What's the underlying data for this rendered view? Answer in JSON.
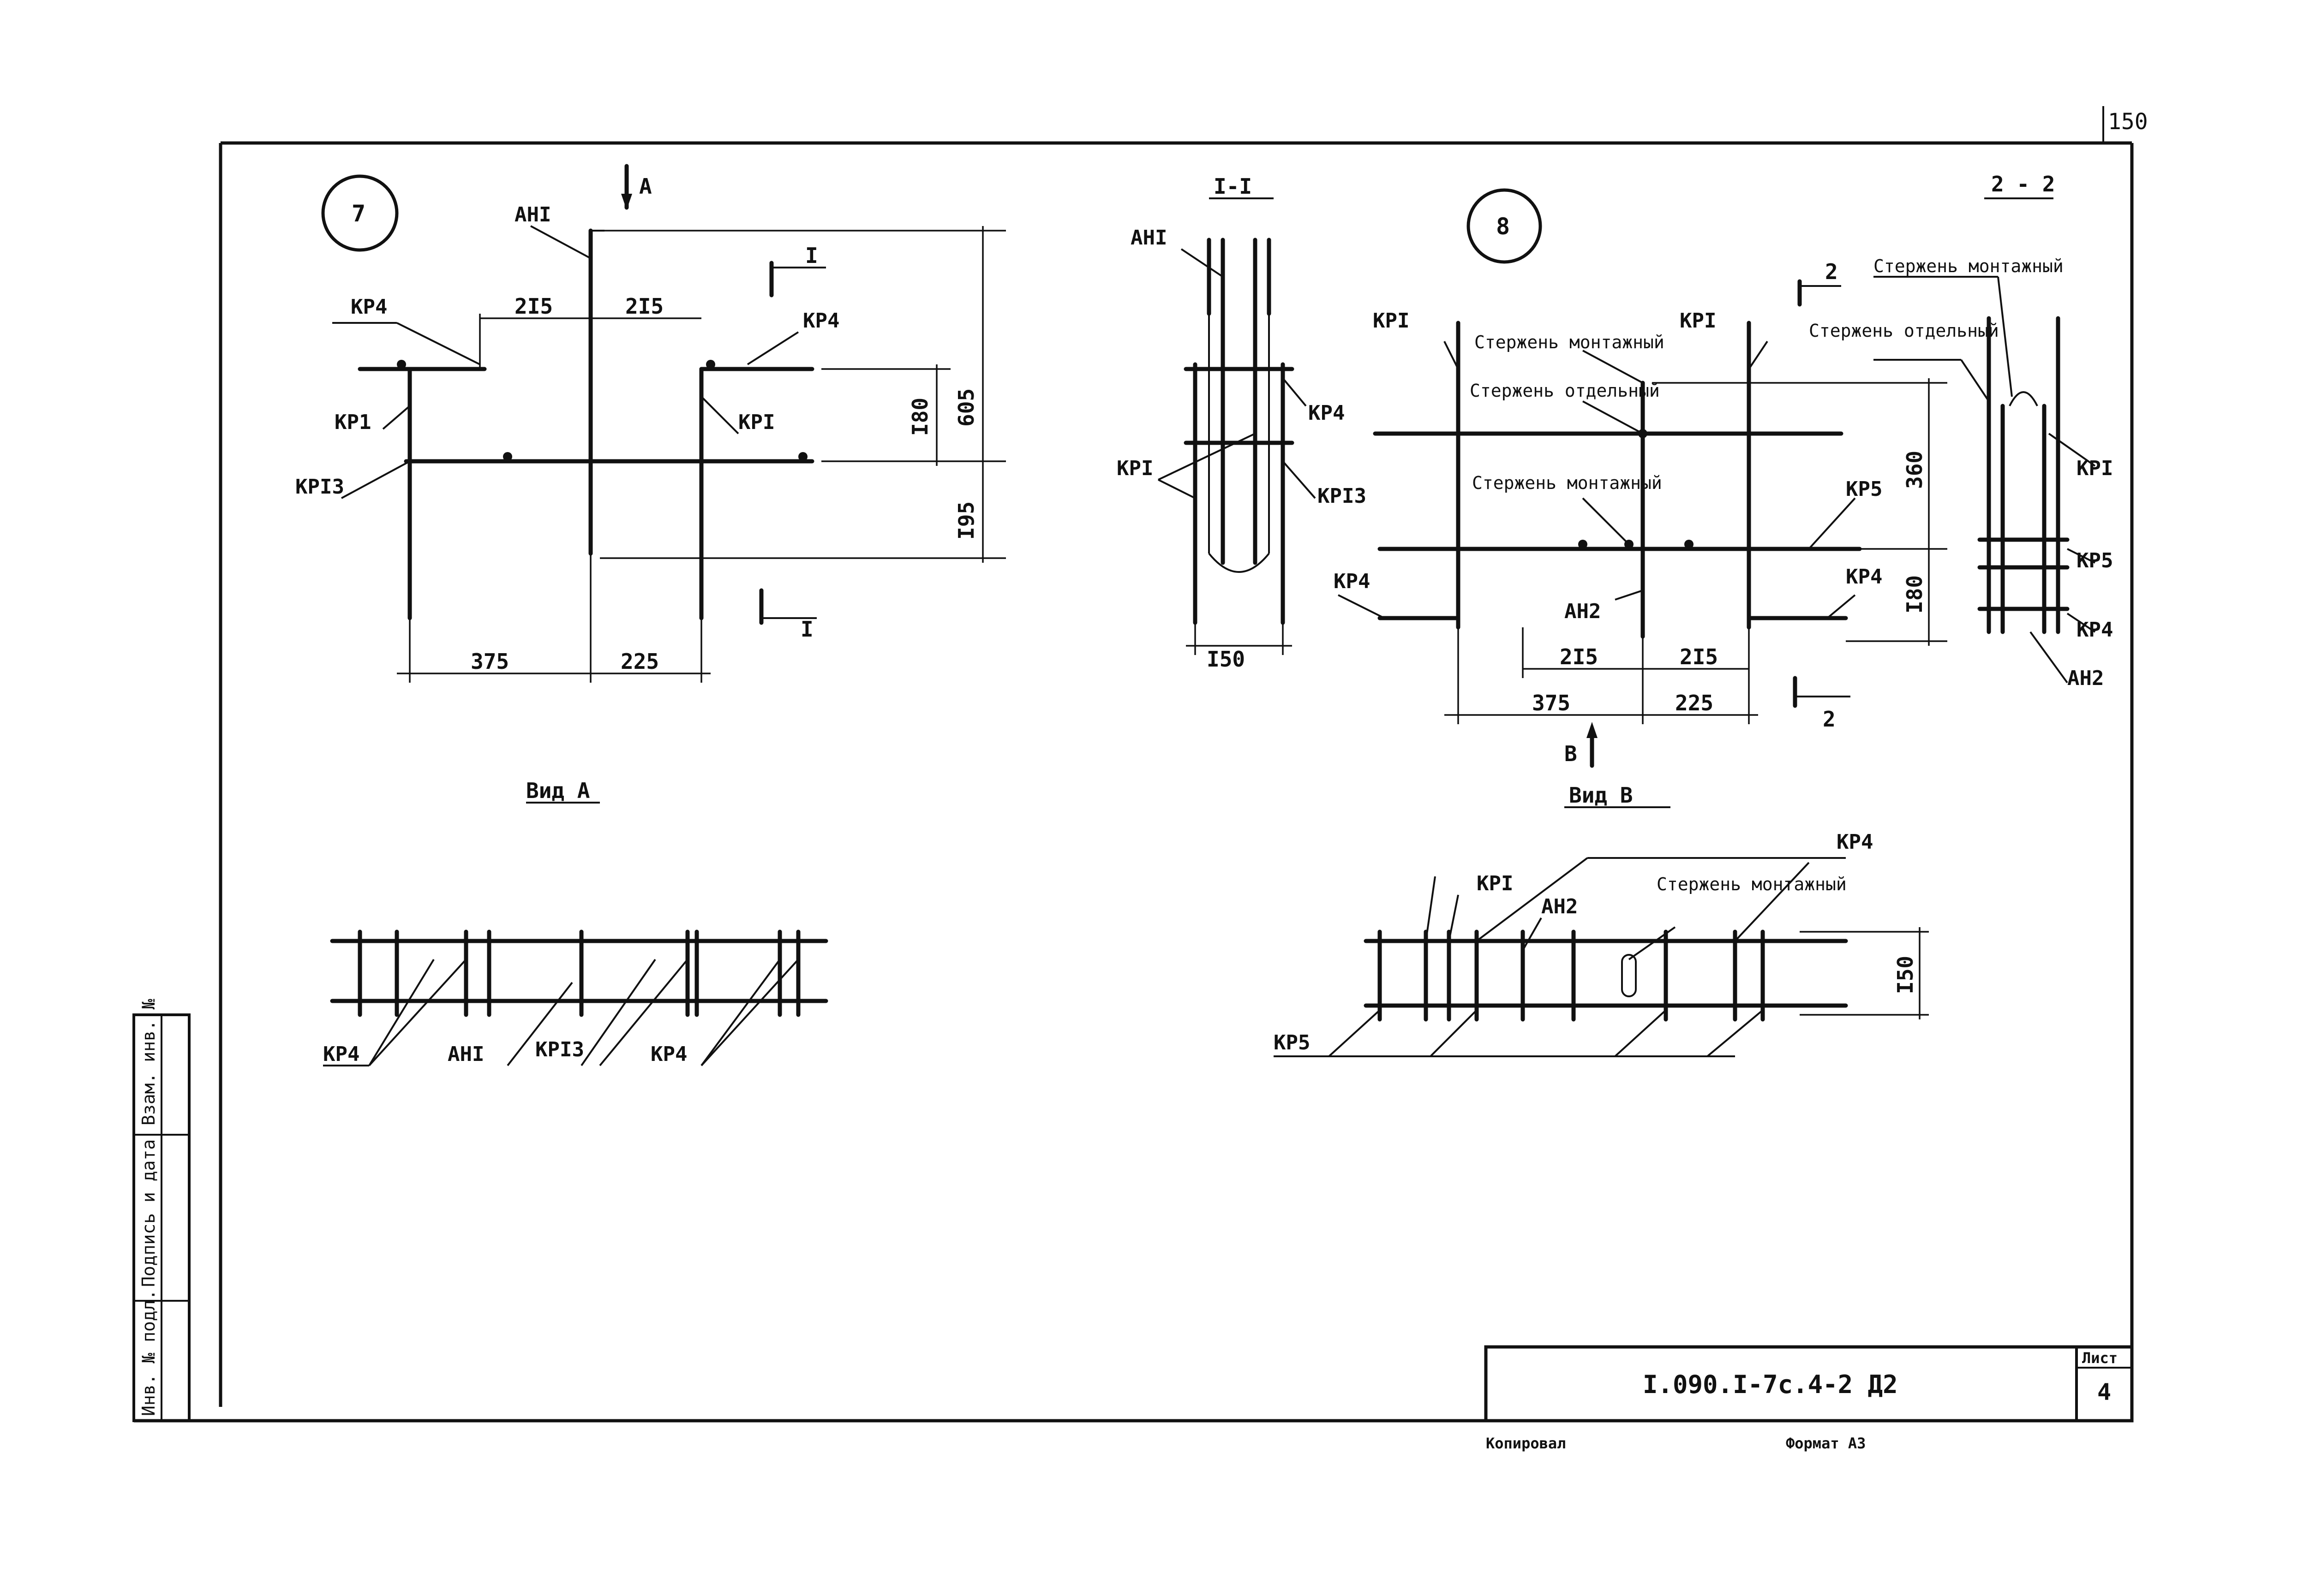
{
  "sheet": {
    "corner_number": "150",
    "designation": "I.090.I-7c.4-2 Д2",
    "sheet_label": "Лист",
    "sheet_number": "4",
    "footer_left": "Копировал",
    "footer_right": "Формат А3",
    "side_stamp": [
      "Инв. № подл.",
      "Подпись и дата",
      "Взам. инв. №"
    ]
  },
  "node7": {
    "number": "7",
    "labels": {
      "ah1": "АНI",
      "kp4_left": "КР4",
      "kp4_right": "КР4",
      "kp1_left": "КР1",
      "kp1_right": "КРI",
      "kp13": "КРI3"
    },
    "dims": {
      "d215a": "2I5",
      "d215b": "2I5",
      "d180": "I80",
      "d605": "605",
      "d195": "I95",
      "d375": "375",
      "d225": "225"
    },
    "section_mark": "I",
    "view_mark": "А"
  },
  "section11": {
    "title": "I-I",
    "labels": {
      "ah1": "АНI",
      "kp4": "КР4",
      "kp1": "КРI",
      "kp13": "КРI3"
    },
    "dims": {
      "d150": "I50"
    }
  },
  "node8": {
    "number": "8",
    "labels": {
      "kp1_left": "КРI",
      "kp1_right": "КРI",
      "rod_mount1": "Стержень монтажный",
      "rod_sep": "Стержень отдельный",
      "rod_mount2": "Стержень монтажный",
      "kp5": "КР5",
      "kp4_left": "КР4",
      "kp4_right": "КР4",
      "ah2": "АН2"
    },
    "dims": {
      "d360": "360",
      "d180": "I80",
      "d215": "2I5",
      "d215b": "2I5",
      "d375": "375",
      "d225": "225"
    },
    "section_mark": "2",
    "view_mark": "В"
  },
  "section22": {
    "title": "2 - 2",
    "labels": {
      "rod_mount": "Стержень монтажный",
      "rod_sep": "Стержень отдельный",
      "kp1": "КРI",
      "kp5": "КР5",
      "kp4": "КР4",
      "ah2": "АН2"
    }
  },
  "viewA": {
    "title": "Вид А",
    "labels": {
      "kp4a": "КР4",
      "ah1": "АНI",
      "kp13": "КРI3",
      "kp4b": "КР4"
    }
  },
  "viewB": {
    "title": "Вид В",
    "labels": {
      "kp1": "КРI",
      "ah2": "АН2",
      "rod_mount": "Стержень монтажный",
      "kp4": "КР4",
      "kp5": "КР5"
    },
    "dims": {
      "d150": "I50"
    }
  }
}
